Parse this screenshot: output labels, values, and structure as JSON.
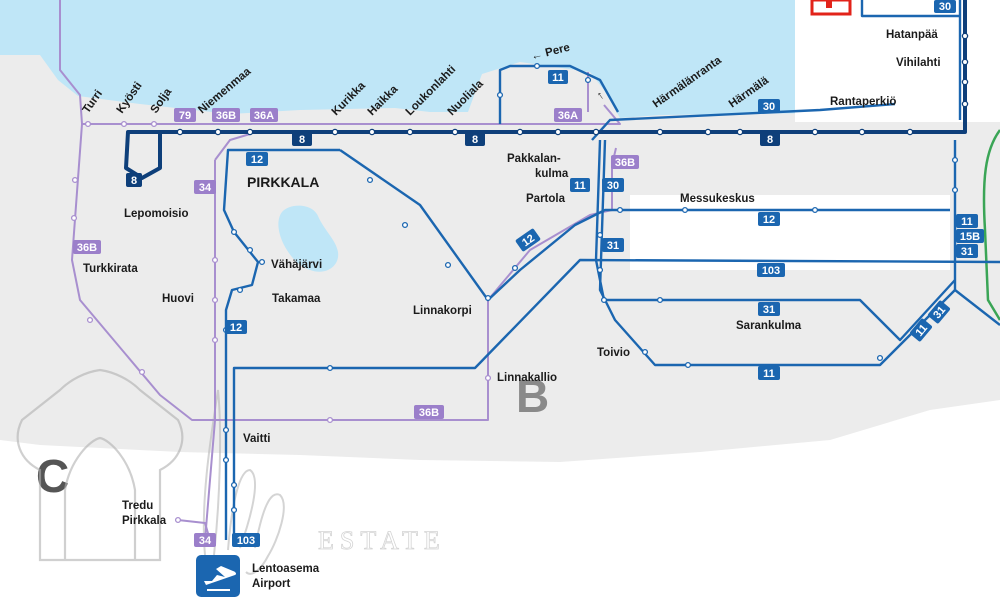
{
  "map": {
    "colors": {
      "water": "#bfe6f7",
      "land": "#ececec",
      "dark_blue": "#0e3f7a",
      "mid_blue": "#1b66b0",
      "purple": "#a88fcf",
      "badge_purple": "#9b7fca",
      "green": "#3aa556",
      "accent_red": "#e2231a"
    },
    "zones": {
      "b": "B",
      "c": "C"
    },
    "labels": {
      "turri": "Turri",
      "kyosti": "Kyösti",
      "solja": "Solja",
      "niemenmaa": "Niemenmaa",
      "kurikka": "Kurikka",
      "haikka": "Haikka",
      "loukonlahti": "Loukonlahti",
      "nuoliala": "Nuoliala",
      "pere": "← Pere",
      "harmalanranta": "Härmälänranta",
      "harmala": "Härmälä",
      "rantaperkio": "Rantaperkiö",
      "hatanpaa": "Hatanpää",
      "vihilahti": "Vihilahti",
      "pakkalankulma_1": "Pakkalan-",
      "pakkalankulma_2": "kulma",
      "partola": "Partola",
      "messukeskus": "Messukeskus",
      "pirkkala": "PIRKKALA",
      "lepomoisio": "Lepomoisio",
      "turkkirata": "Turkkirata",
      "vahajarvi": "Vähäjärvi",
      "huovi": "Huovi",
      "takamaa": "Takamaa",
      "linnakorpi": "Linnakorpi",
      "sarankulma": "Sarankulma",
      "toivio": "Toivio",
      "linnakallio": "Linnakallio",
      "vaitti": "Vaitti",
      "tredu_1": "Tredu",
      "tredu_2": "Pirkkala",
      "airport_fi": "Lentoasema",
      "airport_en": "Airport"
    },
    "arrow_up": "↑",
    "badges": {
      "b8_loop": "8",
      "b79": "79",
      "b36b_top": "36B",
      "b36a_left": "36A",
      "b8_mid": "8",
      "b8_right": "8",
      "b36a_right": "36A",
      "b11_pere": "11",
      "b30_harmala": "30",
      "b8_far": "8",
      "b30_top": "30",
      "b12_top": "12",
      "b34_top": "34",
      "b36b_left": "36B",
      "b12_vahajarvi": "12",
      "b12_diag": "12",
      "b11_partola": "11",
      "b30_partola": "30",
      "b36b_partola": "36B",
      "b31_partola": "31",
      "b12_messu": "12",
      "b103_mid": "103",
      "b31_saran": "31",
      "b11_toivio": "11",
      "b11_diag": "11",
      "b31_diag": "31",
      "b11_right": "11",
      "b15b_right": "15B",
      "b31_right": "31",
      "b36b_bottom": "36B",
      "b34_bottom": "34",
      "b103_bottom": "103"
    },
    "watermark": {
      "text": "ESTATE"
    }
  }
}
